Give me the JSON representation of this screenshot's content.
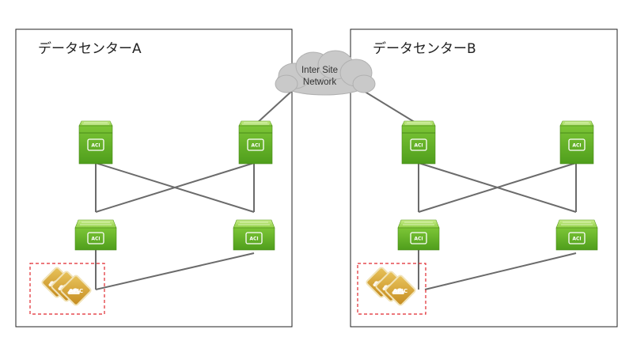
{
  "datacenters": [
    {
      "title": "データセンターA"
    },
    {
      "title": "データセンターB"
    }
  ],
  "cloud": {
    "line1": "Inter Site",
    "line2": "Network"
  },
  "device_labels": {
    "aci": "ACI",
    "apic": "APIC"
  },
  "colors": {
    "switch_green": "#6cbf2a",
    "apic_gold": "#d9a83a",
    "apic_border": "#e8d6a0",
    "cluster_border": "#e0282e",
    "link": "#6b6b6b",
    "cloud": "#c9c9c9"
  }
}
